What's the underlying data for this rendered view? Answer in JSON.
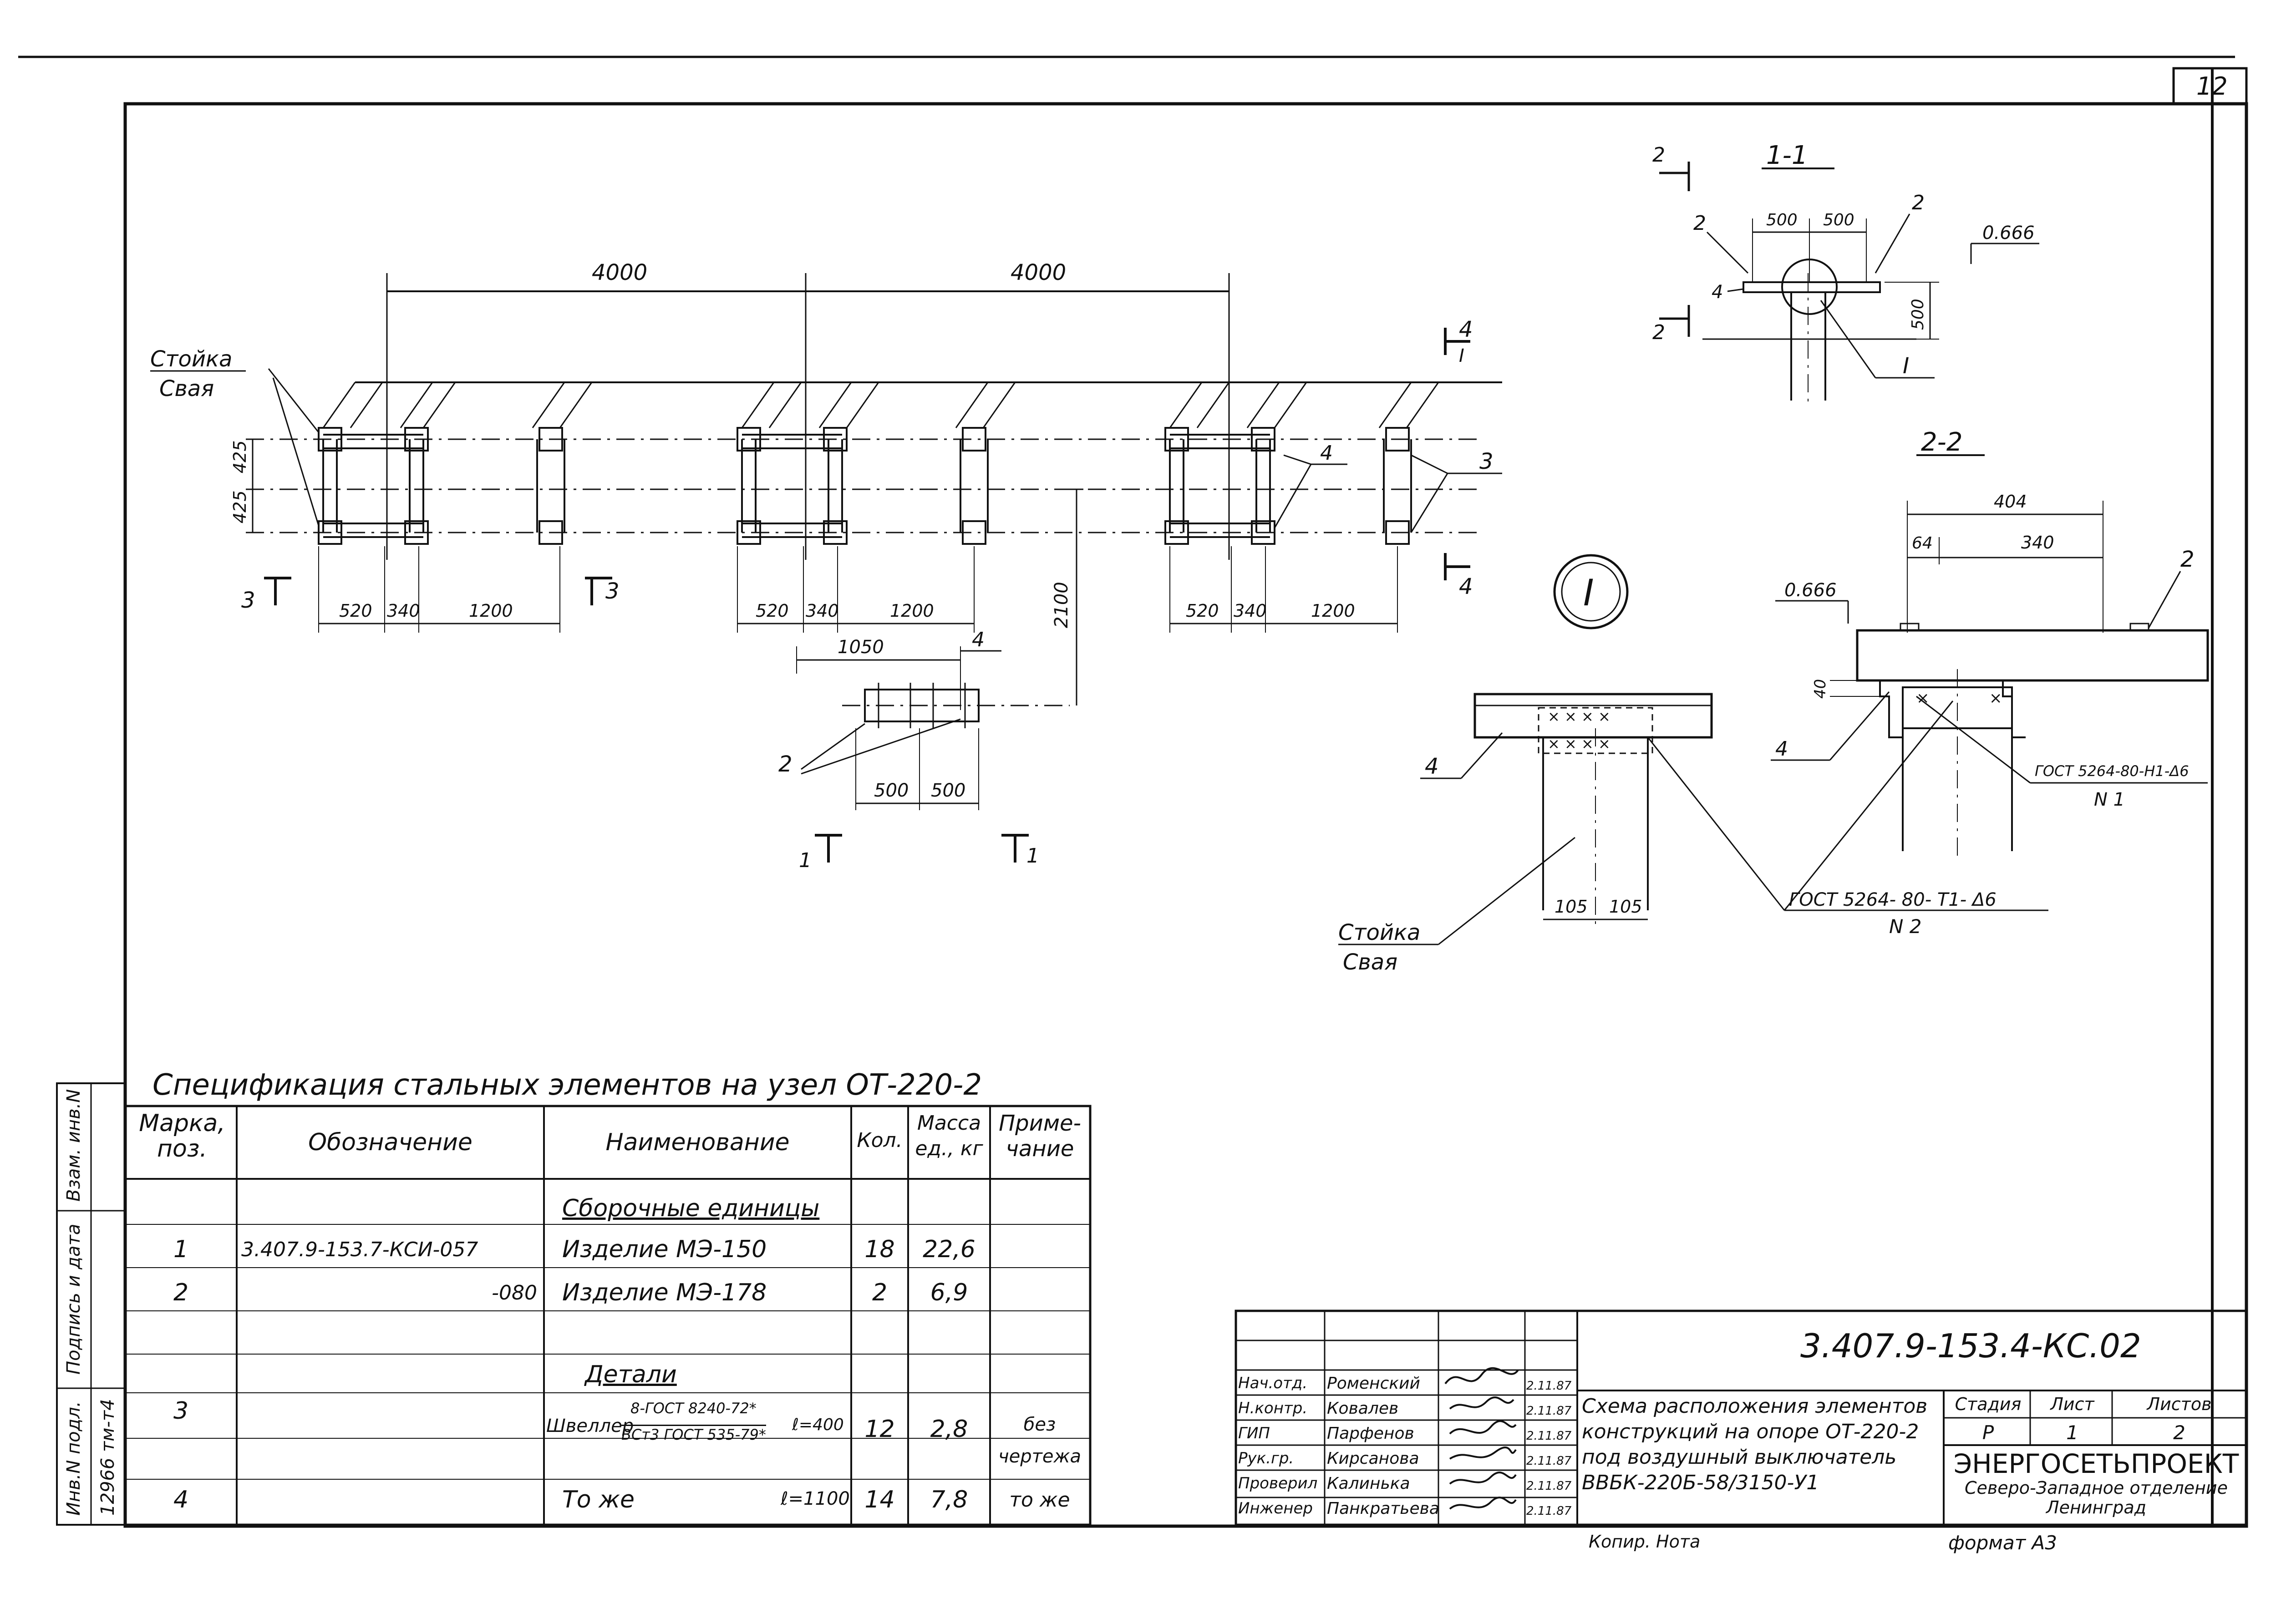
{
  "sheet_number": "12",
  "plan": {
    "dim_4000_a": "4000",
    "dim_4000_b": "4000",
    "label_stoika": "Стойка",
    "label_svaya": "Свая",
    "dim_425_a": "425",
    "dim_425_b": "425",
    "dim_520": "520",
    "dim_340": "340",
    "dim_1200": "1200",
    "dim_2100": "2100",
    "dim_1050": "1050",
    "dim_500_a": "500",
    "dim_500_b": "500",
    "callout_2": "2",
    "callout_3": "3",
    "callout_4": "4",
    "section_1": "1",
    "section_3": "3",
    "section_4": "4"
  },
  "section_1_1": {
    "title": "1-1",
    "dim_500_left": "500",
    "dim_500_right": "500",
    "dim_500_vert": "500",
    "level": "0.666",
    "callout_2": "2",
    "callout_4": "4",
    "node_label": "I",
    "section_2": "2"
  },
  "section_2_2": {
    "title": "2-2",
    "dim_404": "404",
    "dim_64": "64",
    "dim_340": "340",
    "dim_40": "40",
    "level": "0.666",
    "callout_2": "2",
    "callout_4": "4",
    "weld_1": "ГОСТ 5264-80-Н1-Δ6",
    "weld_1_no": "N 1"
  },
  "node_I": {
    "label": "I",
    "dim_105_a": "105",
    "dim_105_b": "105",
    "callout_4": "4",
    "label_stoika": "Стойка",
    "label_svaya": "Свая",
    "weld_2": "ГОСТ 5264- 80- Т1- Δ6",
    "weld_2_no": "N 2"
  },
  "spec": {
    "title": "Спецификация стальных элементов на узел ОТ-220-2",
    "headers": [
      "Марка, поз.",
      "Обозначение",
      "Наименование",
      "Кол.",
      "Масса ед., кг",
      "Приме- чание"
    ],
    "group_assembly": "Сборочные единицы",
    "group_details": "Детали",
    "rows": [
      {
        "pos": "1",
        "designation": "3.407.9-153.7-КСИ-057",
        "name": "Изделие МЭ-150",
        "qty": "18",
        "mass": "22,6",
        "note": ""
      },
      {
        "pos": "2",
        "designation": "-080",
        "name": "Изделие МЭ-178",
        "qty": "2",
        "mass": "6,9",
        "note": ""
      },
      {
        "pos": "3",
        "designation": "",
        "name": "Швеллер",
        "name_top": "8-ГОСТ 8240-72*",
        "name_bottom": "ВСт3 ГОСТ 535-79*",
        "length": "ℓ=400",
        "qty": "12",
        "mass": "2,8",
        "note": "без чертежа"
      },
      {
        "pos": "4",
        "designation": "",
        "name": "То же",
        "length": "ℓ=1100",
        "qty": "14",
        "mass": "7,8",
        "note": "то же"
      }
    ]
  },
  "left_stamp": {
    "cells": [
      "Взам. инв.N",
      "Подпись и дата",
      "Инв.N подл.",
      "12966 тм-т4"
    ]
  },
  "title_block": {
    "doc_code": "3.407.9-153.4-КС.02",
    "roles": [
      {
        "role": "Нач.отд.",
        "name": "Роменский",
        "date": "2.11.87"
      },
      {
        "role": "Н.контр.",
        "name": "Ковалев",
        "date": "2.11.87"
      },
      {
        "role": "ГИП",
        "name": "Парфенов",
        "date": "2.11.87"
      },
      {
        "role": "Рук.гр.",
        "name": "Кирсанова",
        "date": "2.11.87"
      },
      {
        "role": "Проверил",
        "name": "Калинька",
        "date": "2.11.87"
      },
      {
        "role": "Инженер",
        "name": "Панкратьева",
        "date": "2.11.87"
      }
    ],
    "description": [
      "Схема расположения элементов",
      "конструкций на опоре ОТ-220-2",
      "под воздушный выключатель",
      "ВВБК-220Б-58/3150-У1"
    ],
    "stage_label": "Стадия",
    "sheet_label": "Лист",
    "sheets_label": "Листов",
    "stage": "Р",
    "sheet": "1",
    "sheets": "2",
    "org_1": "ЭНЕРГОСЕТЬПРОЕКТ",
    "org_2": "Северо-Западное отделение",
    "org_3": "Ленинград"
  },
  "footer": {
    "copied": "Копир. Нота",
    "format": "формат А3"
  }
}
